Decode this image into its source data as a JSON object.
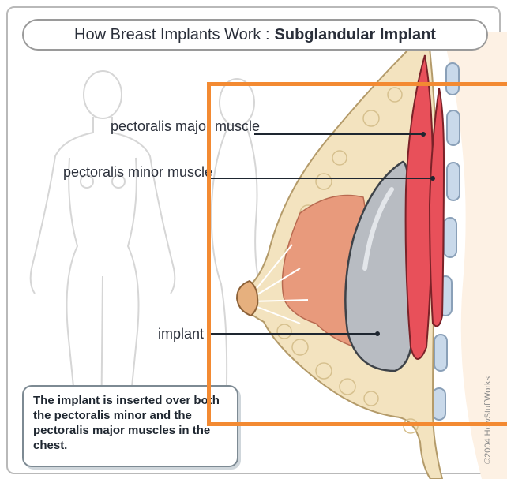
{
  "title": {
    "prefix": "How Breast Implants Work :",
    "bold": "Subglandular Implant"
  },
  "labels": {
    "pectoralis_major": "pectoralis major muscle",
    "pectoralis_minor": "pectoralis minor muscle",
    "implant": "implant"
  },
  "caption": "The implant is inserted over both the pectoralis minor and the pectoralis major muscles in the chest.",
  "credit": "©2004 HowStuffWorks",
  "colors": {
    "highlight": "#f38a32",
    "muscle": "#e8505a",
    "implant": "#b8bcc2",
    "fat": "#f3e3bf",
    "gland": "#e89a7c",
    "ribs": "#c9d9ea"
  }
}
